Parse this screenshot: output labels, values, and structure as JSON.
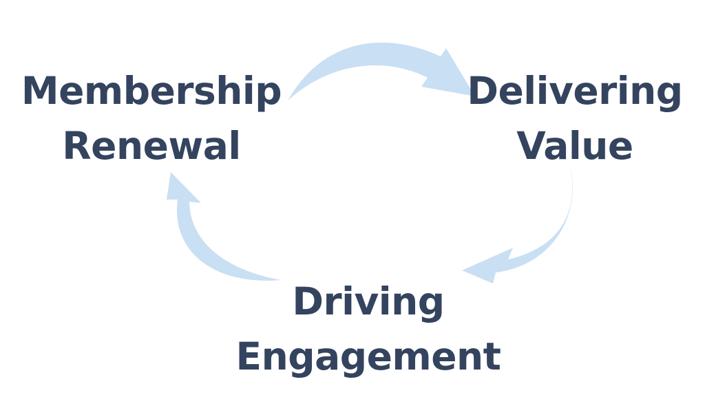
{
  "cycle": {
    "nodes": [
      {
        "line1": "Membership",
        "line2": "Renewal"
      },
      {
        "line1": "Delivering",
        "line2": "Value"
      },
      {
        "line1": "Driving",
        "line2": "Engagement"
      }
    ],
    "arrow_color": "#c9dff3",
    "text_color": "#34435e"
  }
}
